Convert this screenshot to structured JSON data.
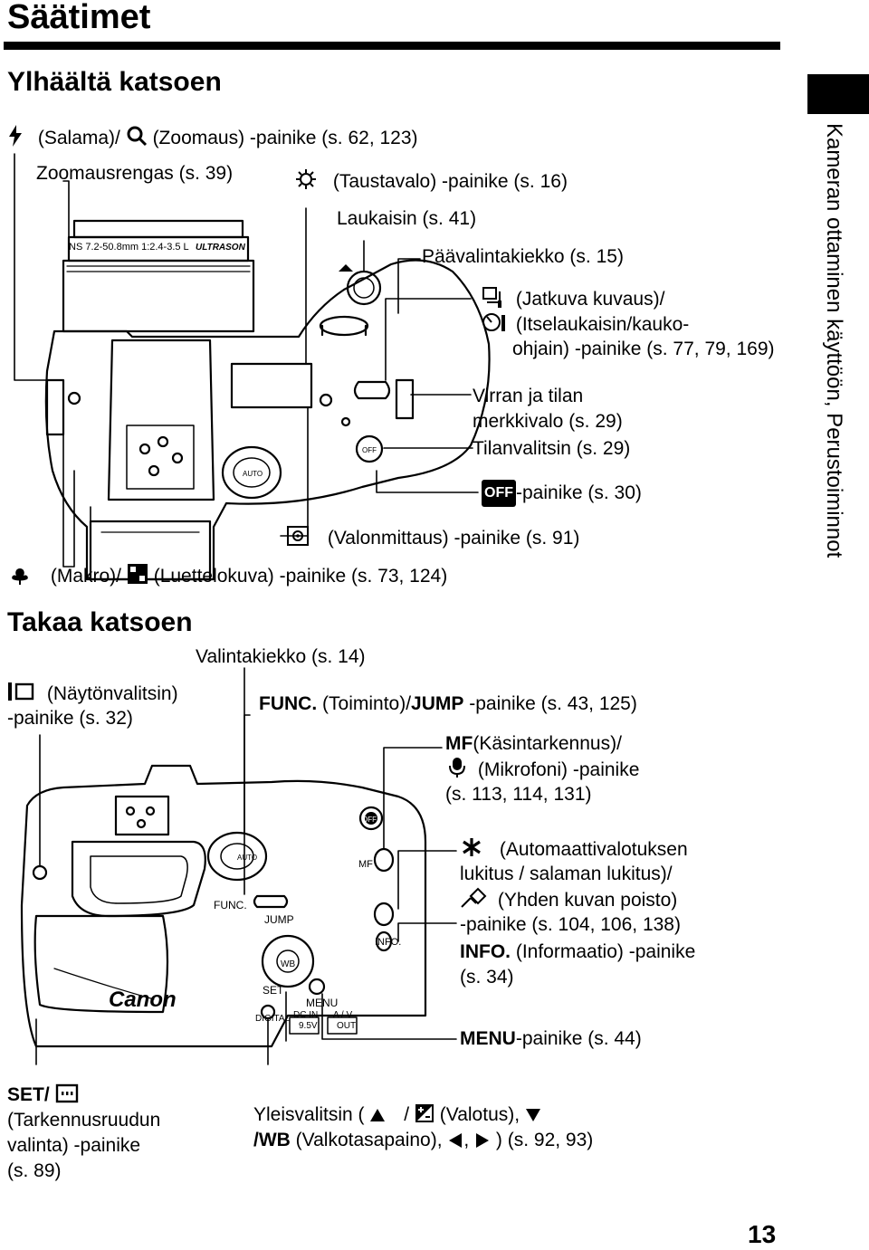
{
  "page": {
    "title": "Säätimet",
    "section_top": "Ylhäältä katsoen",
    "section_back": "Takaa katsoen",
    "side_tab": "Kameran ottaminen käyttöön, Perustoiminnot",
    "page_number": "13"
  },
  "top_labels": {
    "flash_zoom": "(Salama)/",
    "flash_zoom_rest": "(Zoomaus) -painike (s. 62, 123)",
    "zoom_ring": "Zoomausrengas (s. 39)",
    "backlight": "(Taustavalo) -painike (s. 16)",
    "shutter": "Laukaisin (s. 41)",
    "mode_dial": "Päävalintakiekko (s. 15)",
    "drive_1": "(Jatkuva kuvaus)/",
    "drive_2": "(Itselaukaisin/kauko-",
    "drive_3": "ohjain) -painike (s. 77, 79, 169)",
    "power_lamp_1": "Virran ja tilan",
    "power_lamp_2": "merkkivalo (s. 29)",
    "mode_switch": "Tilanvalitsin (s. 29)",
    "off_badge": "OFF",
    "off_button": "-painike (s. 30)",
    "metering": "(Valonmittaus) -painike (s. 91)",
    "macro": "(Makro)/",
    "macro_rest": "(Luettelokuva) -painike (s. 73, 124)"
  },
  "camera_top": {
    "lens_text": "NS 7.2-50.8mm 1:2.4-3.5 L",
    "ultrasonic": "ULTRASON"
  },
  "back_labels": {
    "control_dial": "Valintakiekko (s. 14)",
    "display_1": "(Näytönvalitsin)",
    "display_2": "-painike (s. 32)",
    "func_bold": "FUNC.",
    "func_mid": "(Toiminto)/",
    "jump_bold": "JUMP",
    "func_rest": "-painike (s. 43, 125)",
    "mf_bold": "MF",
    "mf_1": "(Käsintarkennus)/",
    "mf_2": "(Mikrofoni) -painike",
    "mf_3": "(s. 113, 114, 131)",
    "ae_1": "(Automaattivalotuksen",
    "ae_2": "lukitus / salaman lukitus)/",
    "ae_3": "(Yhden kuvan poisto)",
    "ae_4": "-painike (s. 104, 106, 138)",
    "info_bold": "INFO.",
    "info_rest": "(Informaatio) -painike",
    "info_2": "(s. 34)",
    "menu_bold": "MENU",
    "menu_rest": "-painike (s. 44)",
    "set_bold": "SET/",
    "set_1": "(Tarkennusruudun",
    "set_2": "valinta) -painike",
    "set_3": "(s. 89)",
    "omni_1": "Yleisvalitsin (",
    "omni_2": "/",
    "omni_3": "(Valotus),",
    "omni_wb": "/WB",
    "omni_4": "(Valkotasapaino),",
    "omni_5": ") (s. 92, 93)"
  },
  "camera_back": {
    "func": "FUNC.",
    "jump": "JUMP",
    "set": "SET",
    "menu": "MENU",
    "digital": "DIGITAL",
    "dc_in": "DC IN",
    "dc_v": "9.5V",
    "av_out": "A / V",
    "av_out2": "OUT",
    "info": "INFO.",
    "mf": "MF",
    "wb": "WB",
    "brand": "Canon",
    "off": "OFF",
    "auto": "AUTO"
  }
}
